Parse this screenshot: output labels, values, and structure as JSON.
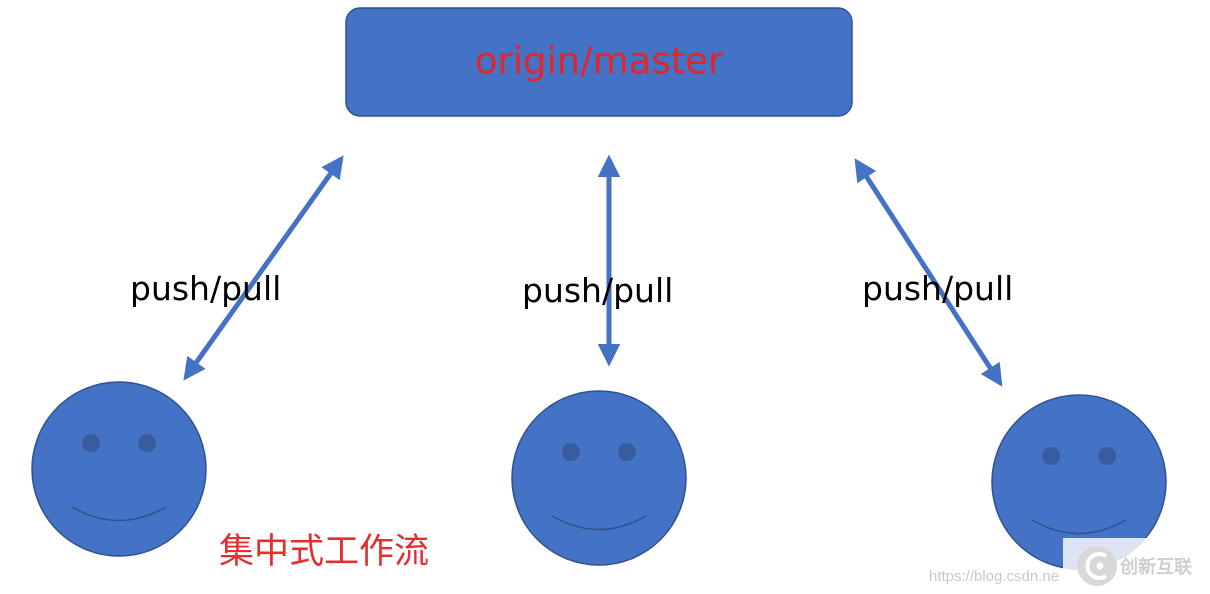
{
  "diagram": {
    "master_label": "origin/master",
    "edge_label": "push/pull",
    "caption": "集中式工作流",
    "colors": {
      "node_fill": "#4472c4",
      "node_stroke": "#2f528f",
      "eye_fill": "#385d9f",
      "mouth_stroke": "#2f528f",
      "arrow": "#4472c4",
      "master_text": "#e0262c",
      "edge_text": "#000000",
      "caption_text": "#e03030"
    }
  },
  "watermark": {
    "url": "https://blog.csdn.ne",
    "brand": "创新互联"
  }
}
